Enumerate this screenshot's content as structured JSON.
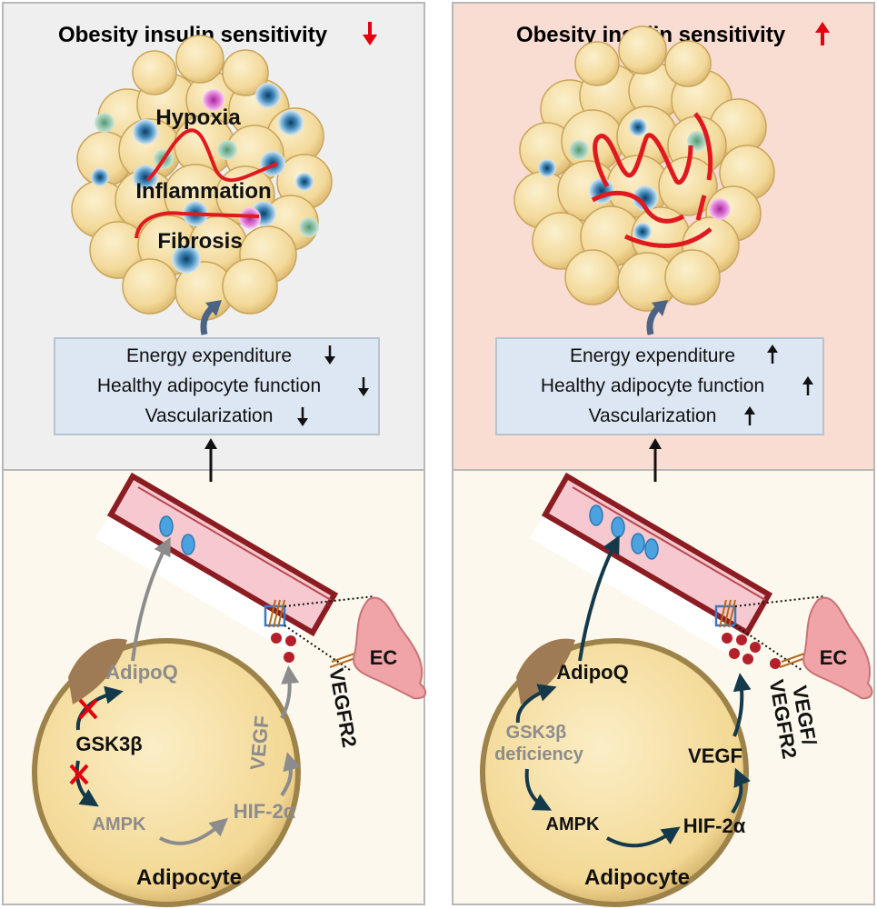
{
  "colors": {
    "left_top_bg": "#efefef",
    "right_top_bg": "#f9dcd2",
    "bottom_bg": "#fdf8ed",
    "box_fill": "#dce7f3",
    "arrow_down_red": "#e3000f",
    "arrow_up_red": "#e3000f",
    "inactive_text": "#8c8c8c",
    "active_dark": "#13394a",
    "vessel_dark": "#8b1c22",
    "vessel_light": "#f5c9cf",
    "vegf_dot": "#b3202a",
    "cell_fill": "#f7e2a8",
    "fiber_red": "#e0191f",
    "ec_fill": "#f0a4a8"
  },
  "left_panel": {
    "title": "Obesity insulin sensitivity",
    "title_arrow": "down",
    "labels": {
      "hypoxia": "Hypoxia",
      "inflammation": "Inflammation",
      "fibrosis": "Fibrosis"
    },
    "box_lines": [
      "Energy expenditure",
      "Healthy adipocyte function",
      "Vascularization"
    ],
    "box_arrows": [
      "down",
      "down",
      "down"
    ],
    "cell": {
      "adipoq": "AdipoQ",
      "gsk": "GSK3β",
      "ampk": "AMPK",
      "hif": "HIF-2α",
      "vegf": "VEGF",
      "adipocyte": "Adipocyte",
      "vegfr2": "VEGFR2",
      "ec": "EC"
    }
  },
  "right_panel": {
    "title": "Obesity insulin sensitivity",
    "title_arrow": "up",
    "box_lines": [
      "Energy expenditure",
      "Healthy adipocyte function",
      "Vascularization"
    ],
    "box_arrows": [
      "up",
      "up",
      "up"
    ],
    "cell": {
      "adipoq": "AdipoQ",
      "gsk_line1": "GSK3β",
      "gsk_line2": "deficiency",
      "ampk": "AMPK",
      "hif": "HIF-2α",
      "vegf": "VEGF",
      "adipocyte": "Adipocyte",
      "vegf_vegfr2_line1": "VEGF/",
      "vegf_vegfr2_line2": "VEGFR2",
      "ec": "EC"
    }
  }
}
